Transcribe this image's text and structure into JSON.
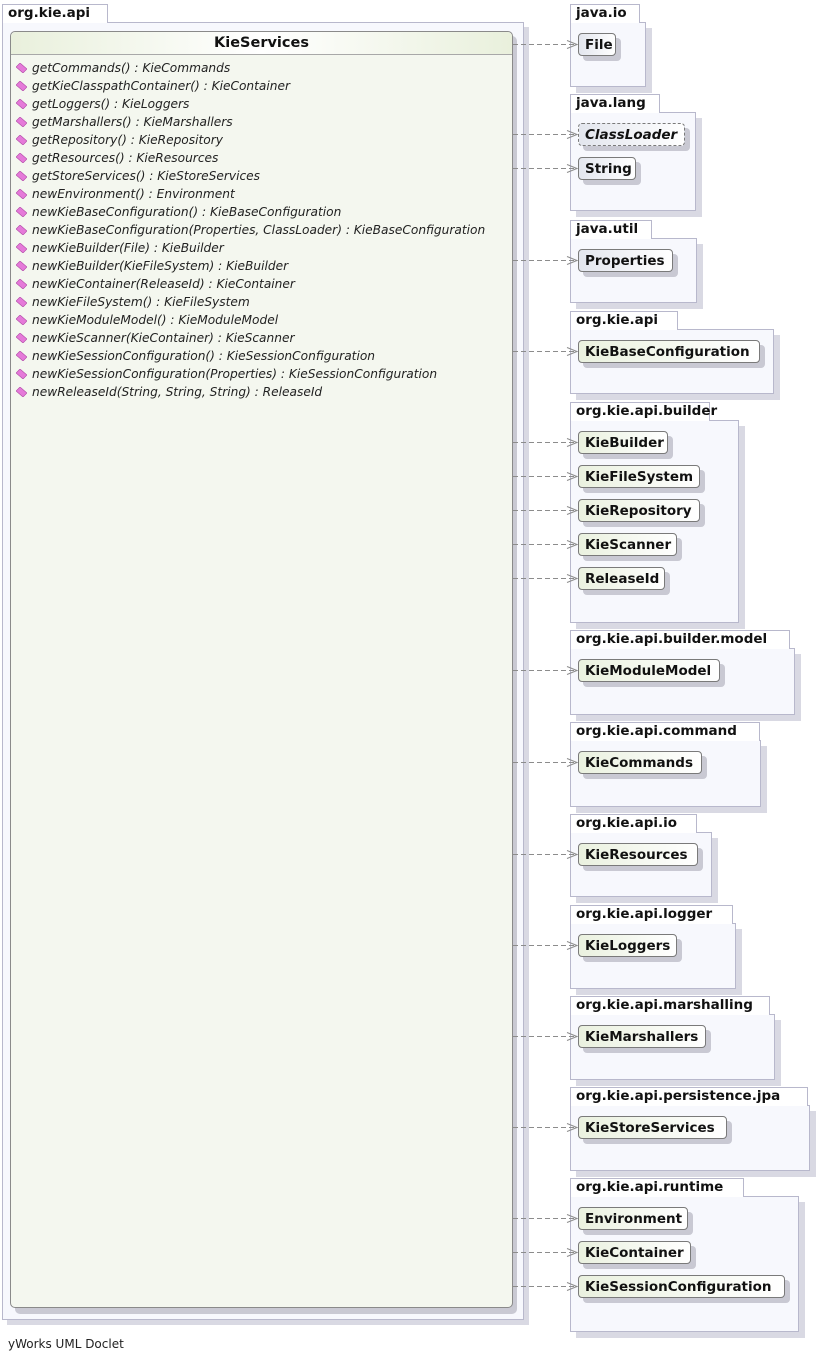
{
  "main_package": {
    "name": "org.kie.api"
  },
  "main_class": {
    "name": "KieServices",
    "method_icon": "method-icon",
    "methods": [
      "getCommands() : KieCommands",
      "getKieClasspathContainer() : KieContainer",
      "getLoggers() : KieLoggers",
      "getMarshallers() : KieMarshallers",
      "getRepository() : KieRepository",
      "getResources() : KieResources",
      "getStoreServices() : KieStoreServices",
      "newEnvironment() : Environment",
      "newKieBaseConfiguration() : KieBaseConfiguration",
      "newKieBaseConfiguration(Properties, ClassLoader) : KieBaseConfiguration",
      "newKieBuilder(File) : KieBuilder",
      "newKieBuilder(KieFileSystem) : KieBuilder",
      "newKieContainer(ReleaseId) : KieContainer",
      "newKieFileSystem() : KieFileSystem",
      "newKieModuleModel() : KieModuleModel",
      "newKieScanner(KieContainer) : KieScanner",
      "newKieSessionConfiguration() : KieSessionConfiguration",
      "newKieSessionConfiguration(Properties) : KieSessionConfiguration",
      "newReleaseId(String, String, String) : ReleaseId"
    ]
  },
  "packages": [
    {
      "name": "java.io",
      "classes": [
        {
          "name": "File",
          "kind": "external"
        }
      ]
    },
    {
      "name": "java.lang",
      "classes": [
        {
          "name": "ClassLoader",
          "kind": "external",
          "abstract": true
        },
        {
          "name": "String",
          "kind": "external"
        }
      ]
    },
    {
      "name": "java.util",
      "classes": [
        {
          "name": "Properties",
          "kind": "external"
        }
      ]
    },
    {
      "name": "org.kie.api",
      "classes": [
        {
          "name": "KieBaseConfiguration",
          "kind": "api"
        }
      ]
    },
    {
      "name": "org.kie.api.builder",
      "classes": [
        {
          "name": "KieBuilder",
          "kind": "api"
        },
        {
          "name": "KieFileSystem",
          "kind": "api"
        },
        {
          "name": "KieRepository",
          "kind": "api"
        },
        {
          "name": "KieScanner",
          "kind": "api"
        },
        {
          "name": "ReleaseId",
          "kind": "api"
        }
      ]
    },
    {
      "name": "org.kie.api.builder.model",
      "classes": [
        {
          "name": "KieModuleModel",
          "kind": "api"
        }
      ]
    },
    {
      "name": "org.kie.api.command",
      "classes": [
        {
          "name": "KieCommands",
          "kind": "api"
        }
      ]
    },
    {
      "name": "org.kie.api.io",
      "classes": [
        {
          "name": "KieResources",
          "kind": "api"
        }
      ]
    },
    {
      "name": "org.kie.api.logger",
      "classes": [
        {
          "name": "KieLoggers",
          "kind": "api"
        }
      ]
    },
    {
      "name": "org.kie.api.marshalling",
      "classes": [
        {
          "name": "KieMarshallers",
          "kind": "api"
        }
      ]
    },
    {
      "name": "org.kie.api.persistence.jpa",
      "classes": [
        {
          "name": "KieStoreServices",
          "kind": "api"
        }
      ]
    },
    {
      "name": "org.kie.api.runtime",
      "classes": [
        {
          "name": "Environment",
          "kind": "api"
        },
        {
          "name": "KieContainer",
          "kind": "api"
        },
        {
          "name": "KieSessionConfiguration",
          "kind": "api"
        }
      ]
    }
  ],
  "colors": {
    "dependency_edge": "#8c8c8c",
    "method_icon": "#e57ad9"
  },
  "footer": "yWorks UML Doclet"
}
